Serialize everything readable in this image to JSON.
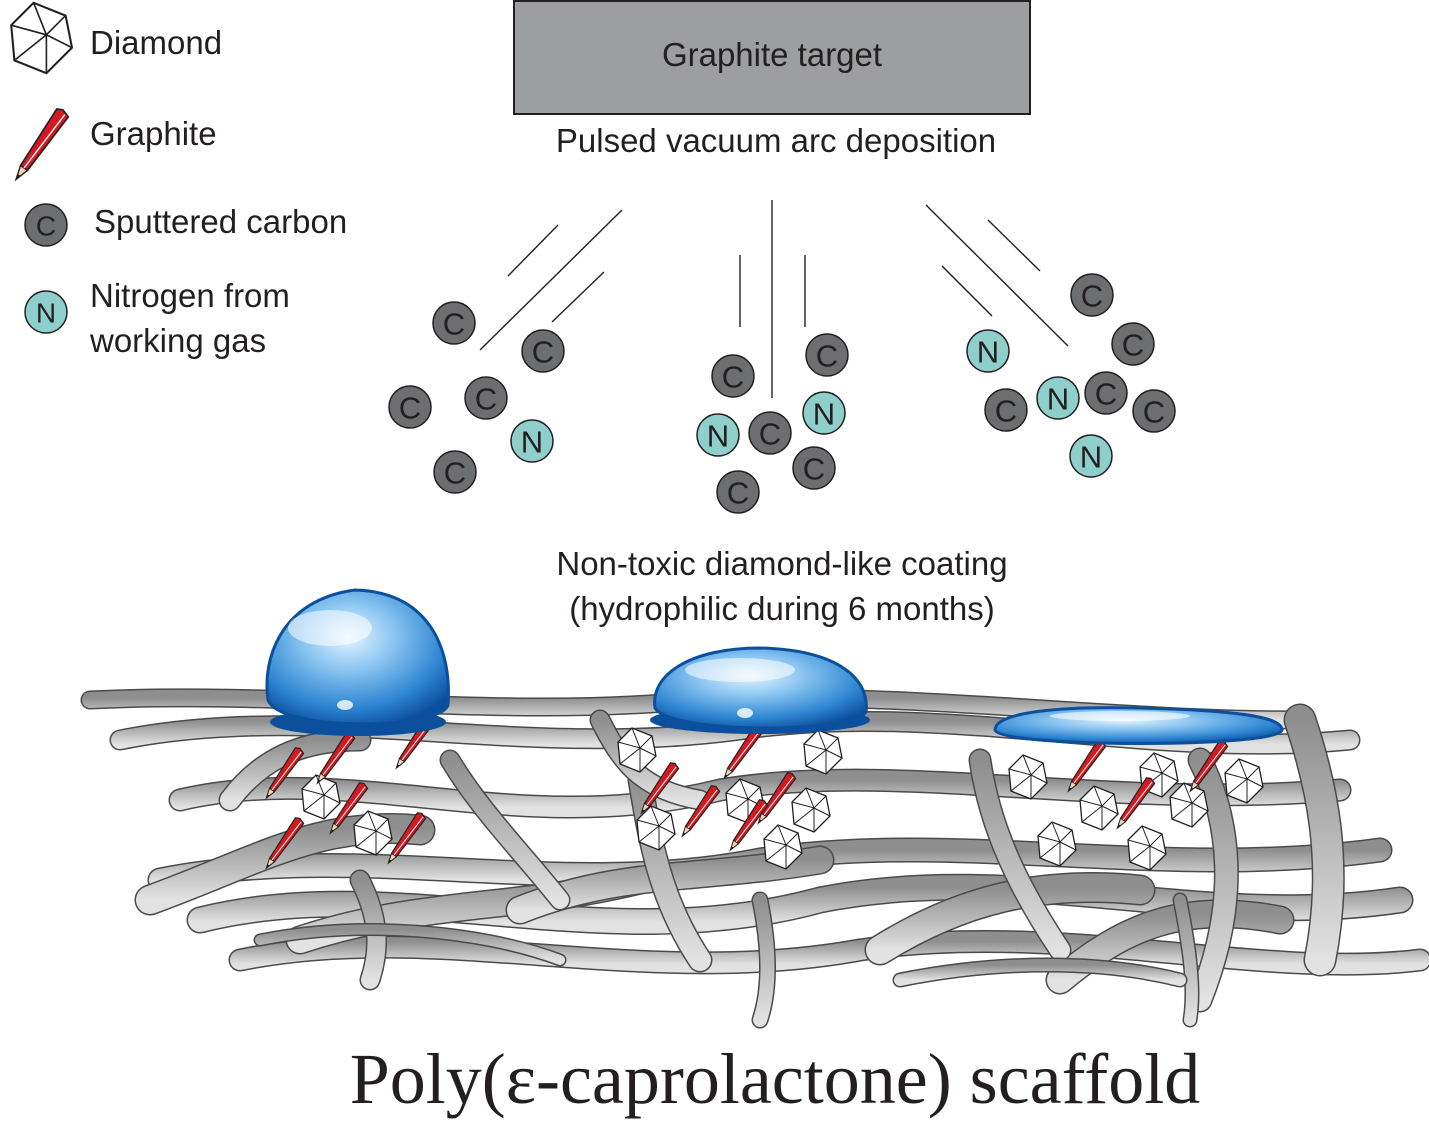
{
  "legend": {
    "diamond": "Diamond",
    "graphite": "Graphite",
    "sputtered_carbon": "Sputtered carbon",
    "sputtered_carbon_symbol": "C",
    "nitrogen_line1": "Nitrogen from",
    "nitrogen_line2": "working gas",
    "nitrogen_symbol": "N"
  },
  "target": {
    "label": "Graphite target",
    "process": "Pulsed vacuum arc deposition"
  },
  "coating": {
    "line1": "Non-toxic diamond-like coating",
    "line2": "(hydrophilic during 6 months)"
  },
  "scaffold_title": "Poly(ε-caprolactone) scaffold",
  "colors": {
    "carbon": "#6d6e70",
    "nitrogen": "#8fcfcb",
    "target": "#9d9e9f",
    "graphite_red": "#d7191f",
    "droplet": "#3a8fd6",
    "fiber": "#b9b9b9"
  },
  "icons": [
    "diamond-icon",
    "graphite-pencil-icon",
    "carbon-atom-icon",
    "nitrogen-atom-icon",
    "water-droplet-icon"
  ]
}
